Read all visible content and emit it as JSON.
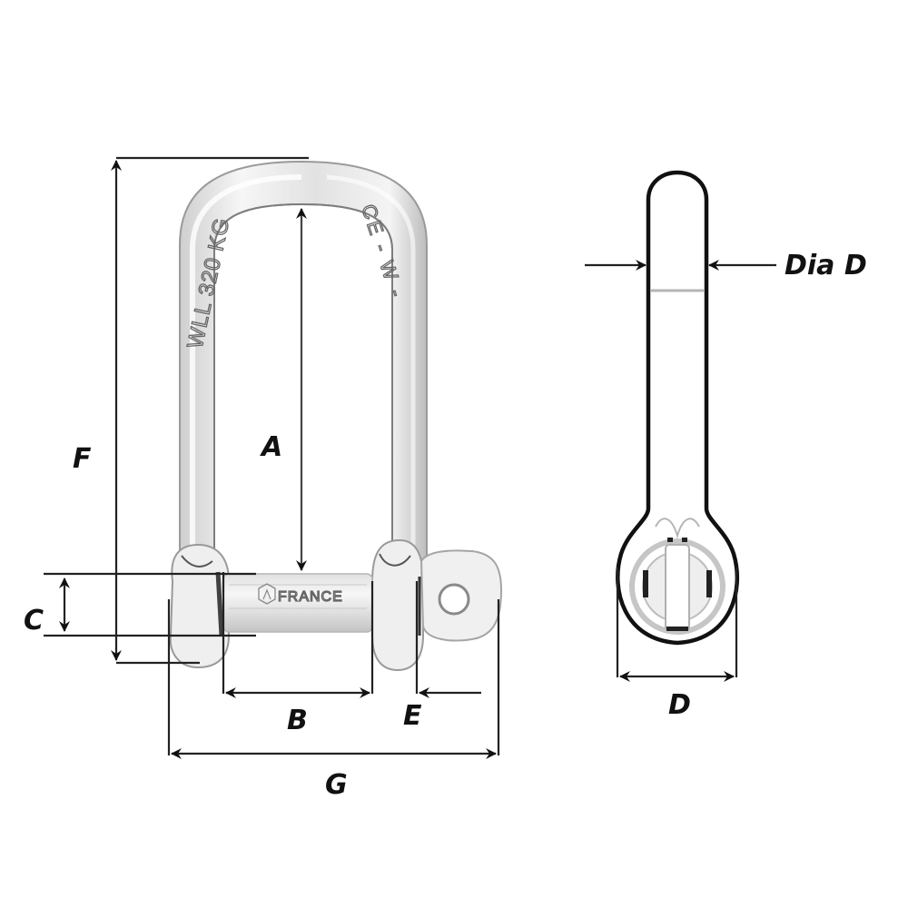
{
  "diagram": {
    "subject": "D-shackle with captive pin",
    "views": [
      "front view",
      "side view"
    ],
    "markings": {
      "body_left": "WLL 320 KG",
      "body_right": "CE - W -",
      "pin": "FRANCE"
    },
    "dimensions": {
      "A": "A",
      "B": "B",
      "C": "C",
      "D": "D",
      "E": "E",
      "F": "F",
      "G": "G",
      "dia_d": "Dia D"
    },
    "colors": {
      "line": "#222222",
      "metal_light": "#f1f1f1",
      "metal_mid": "#d4d4d4",
      "metal_dark": "#8a8a8a",
      "background": "#ffffff"
    }
  }
}
